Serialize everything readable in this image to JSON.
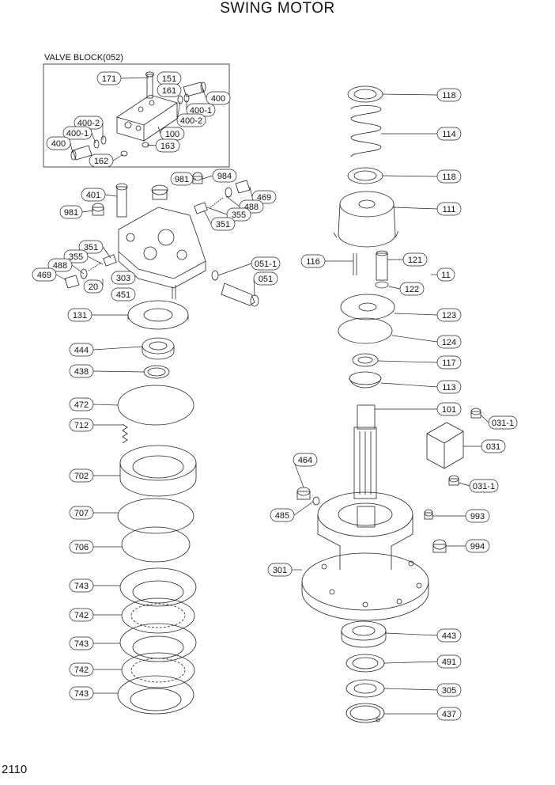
{
  "title": "SWING MOTOR",
  "page_number": "2110",
  "valve_block_label": "VALVE BLOCK(052)",
  "callouts": [
    {
      "id": "c171",
      "text": "171"
    },
    {
      "id": "c151",
      "text": "151"
    },
    {
      "id": "c161",
      "text": "161"
    },
    {
      "id": "c400a",
      "text": "400"
    },
    {
      "id": "c4001a",
      "text": "400-1"
    },
    {
      "id": "c4002a",
      "text": "400-2"
    },
    {
      "id": "c4002b",
      "text": "400-2"
    },
    {
      "id": "c4001b",
      "text": "400-1"
    },
    {
      "id": "c400b",
      "text": "400"
    },
    {
      "id": "c100",
      "text": "100"
    },
    {
      "id": "c163",
      "text": "163"
    },
    {
      "id": "c162",
      "text": "162"
    },
    {
      "id": "c981a",
      "text": "981"
    },
    {
      "id": "c984",
      "text": "984"
    },
    {
      "id": "c401",
      "text": "401"
    },
    {
      "id": "c469a",
      "text": "469"
    },
    {
      "id": "c488a",
      "text": "488"
    },
    {
      "id": "c355a",
      "text": "355"
    },
    {
      "id": "c981b",
      "text": "981"
    },
    {
      "id": "c351a",
      "text": "351"
    },
    {
      "id": "c351b",
      "text": "351"
    },
    {
      "id": "c355b",
      "text": "355"
    },
    {
      "id": "c488b",
      "text": "488"
    },
    {
      "id": "c469b",
      "text": "469"
    },
    {
      "id": "c0511",
      "text": "051-1"
    },
    {
      "id": "c303",
      "text": "303"
    },
    {
      "id": "c20",
      "text": "20"
    },
    {
      "id": "c051",
      "text": "051"
    },
    {
      "id": "c451",
      "text": "451"
    },
    {
      "id": "c131",
      "text": "131"
    },
    {
      "id": "c444",
      "text": "444"
    },
    {
      "id": "c438",
      "text": "438"
    },
    {
      "id": "c472",
      "text": "472"
    },
    {
      "id": "c712",
      "text": "712"
    },
    {
      "id": "c702",
      "text": "702"
    },
    {
      "id": "c707",
      "text": "707"
    },
    {
      "id": "c706",
      "text": "706"
    },
    {
      "id": "c743a",
      "text": "743"
    },
    {
      "id": "c742a",
      "text": "742"
    },
    {
      "id": "c743b",
      "text": "743"
    },
    {
      "id": "c742b",
      "text": "742"
    },
    {
      "id": "c743c",
      "text": "743"
    },
    {
      "id": "c118a",
      "text": "118"
    },
    {
      "id": "c114",
      "text": "114"
    },
    {
      "id": "c118b",
      "text": "118"
    },
    {
      "id": "c111",
      "text": "111"
    },
    {
      "id": "c116",
      "text": "116"
    },
    {
      "id": "c121",
      "text": "121"
    },
    {
      "id": "c11",
      "text": "11"
    },
    {
      "id": "c122",
      "text": "122"
    },
    {
      "id": "c123",
      "text": "123"
    },
    {
      "id": "c124",
      "text": "124"
    },
    {
      "id": "c117",
      "text": "117"
    },
    {
      "id": "c113",
      "text": "113"
    },
    {
      "id": "c101",
      "text": "101"
    },
    {
      "id": "c0311a",
      "text": "031-1"
    },
    {
      "id": "c031",
      "text": "031"
    },
    {
      "id": "c464",
      "text": "464"
    },
    {
      "id": "c0311b",
      "text": "031-1"
    },
    {
      "id": "c485",
      "text": "485"
    },
    {
      "id": "c993",
      "text": "993"
    },
    {
      "id": "c994",
      "text": "994"
    },
    {
      "id": "c301",
      "text": "301"
    },
    {
      "id": "c443",
      "text": "443"
    },
    {
      "id": "c491",
      "text": "491"
    },
    {
      "id": "c305",
      "text": "305"
    },
    {
      "id": "c437",
      "text": "437"
    }
  ]
}
